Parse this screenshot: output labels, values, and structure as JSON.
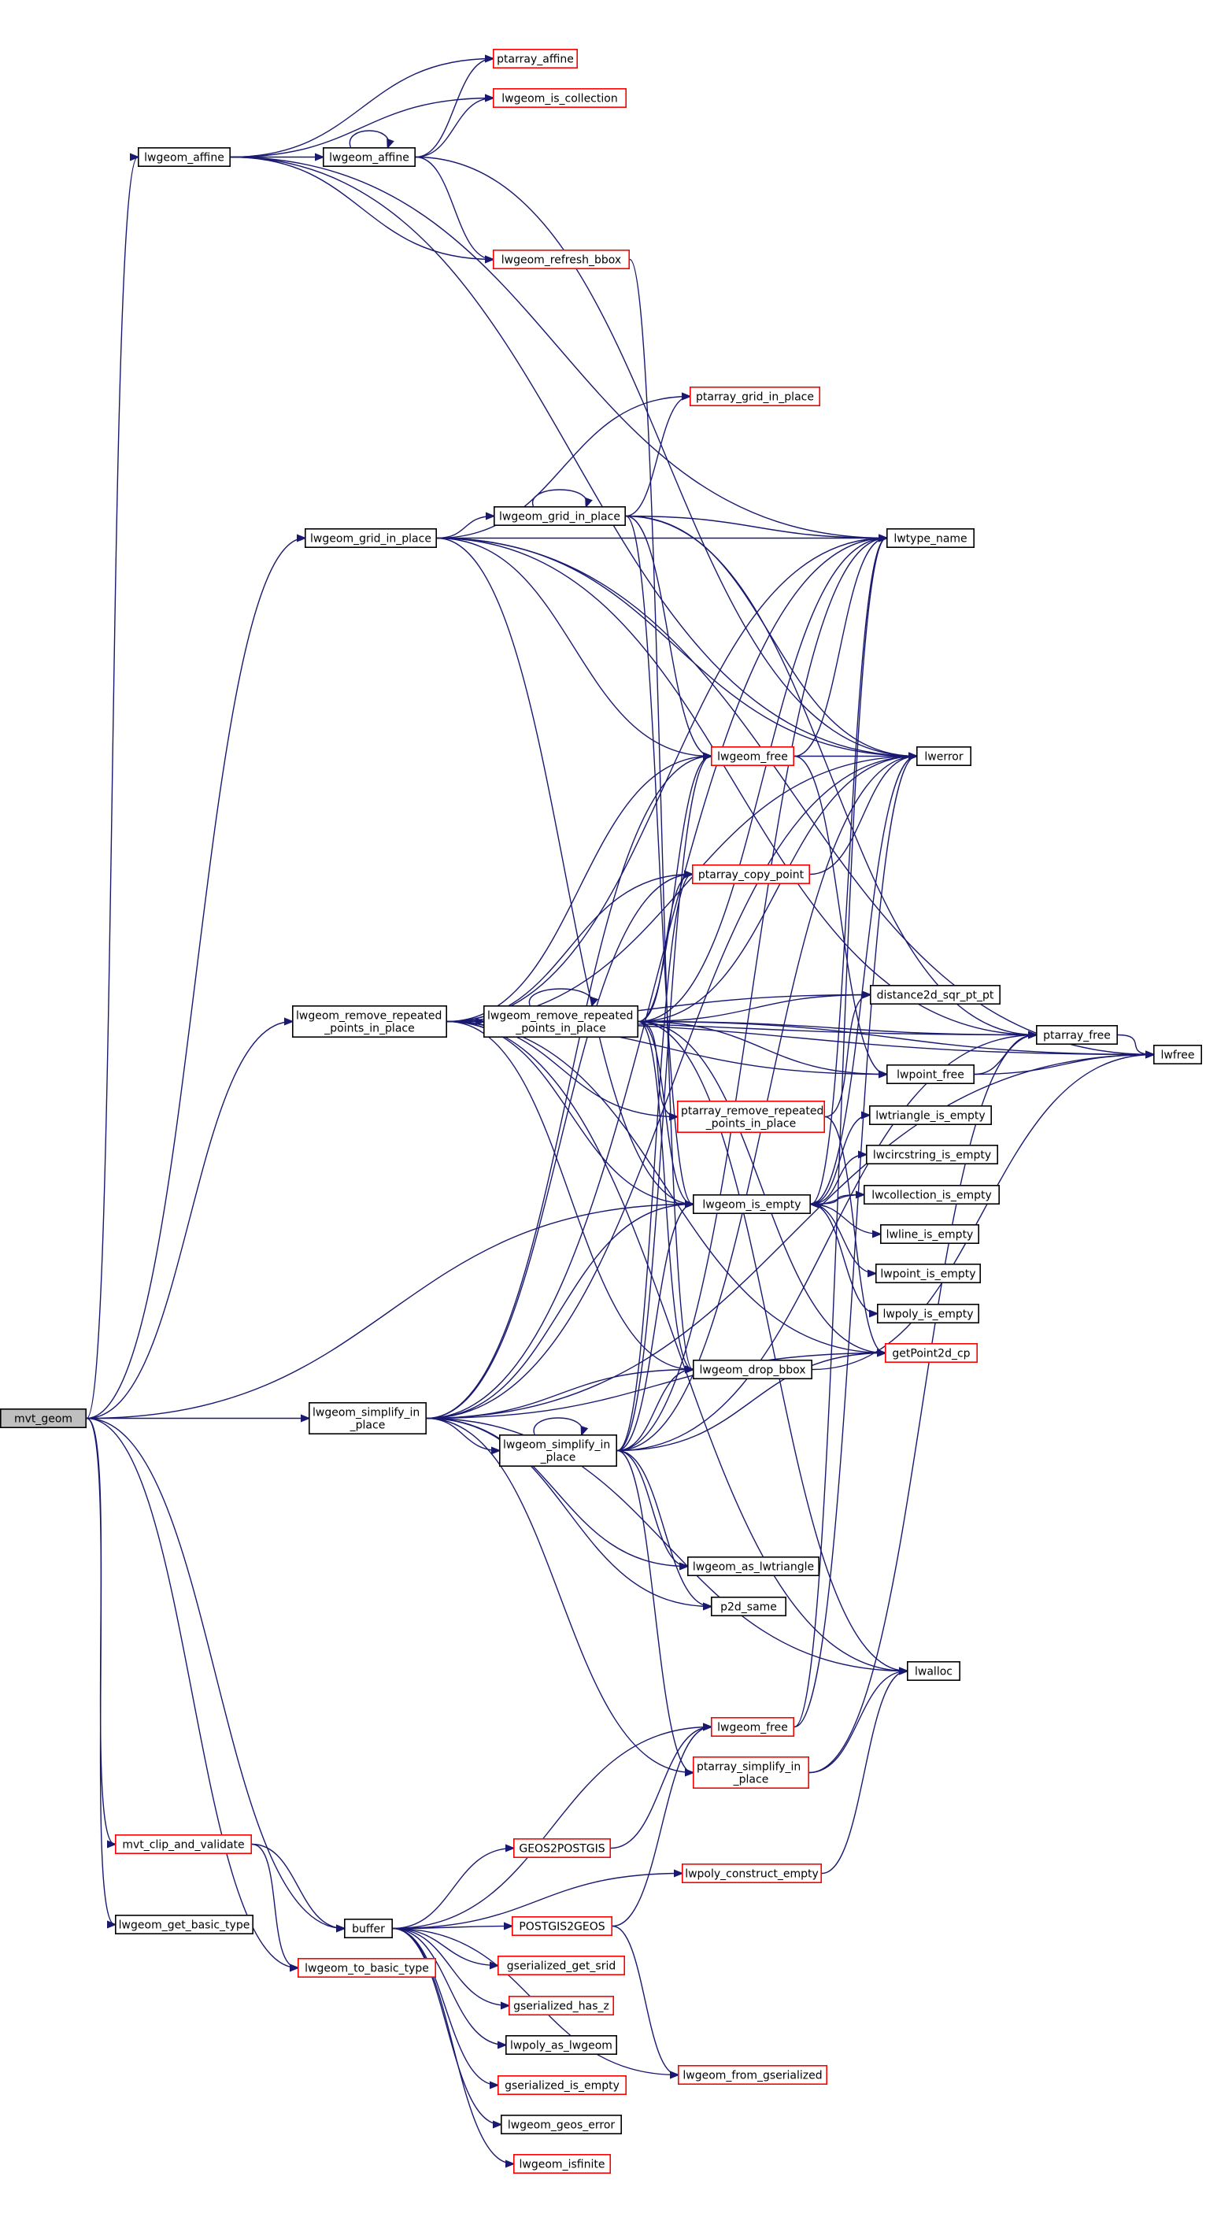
{
  "diagram": {
    "title": "",
    "nodes": [
      {
        "id": "mvt_geom",
        "lines": [
          "mvt_geom"
        ],
        "kind": "root"
      },
      {
        "id": "lwgeom_affine_1",
        "lines": [
          "lwgeom_affine"
        ],
        "kind": "ext"
      },
      {
        "id": "lwgeom_affine_2",
        "lines": [
          "lwgeom_affine"
        ],
        "kind": "ext"
      },
      {
        "id": "ptarray_affine",
        "lines": [
          "ptarray_affine"
        ],
        "kind": "trunc"
      },
      {
        "id": "lwgeom_is_collection",
        "lines": [
          "lwgeom_is_collection"
        ],
        "kind": "trunc"
      },
      {
        "id": "lwgeom_refresh_bbox",
        "lines": [
          "lwgeom_refresh_bbox"
        ],
        "kind": "trunc"
      },
      {
        "id": "ptarray_grid_in_place",
        "lines": [
          "ptarray_grid_in_place"
        ],
        "kind": "trunc"
      },
      {
        "id": "lwgeom_grid_in_place_1",
        "lines": [
          "lwgeom_grid_in_place"
        ],
        "kind": "ext"
      },
      {
        "id": "lwgeom_grid_in_place_2",
        "lines": [
          "lwgeom_grid_in_place"
        ],
        "kind": "ext"
      },
      {
        "id": "lwtype_name",
        "lines": [
          "lwtype_name"
        ],
        "kind": "ext"
      },
      {
        "id": "lwgeom_free_1",
        "lines": [
          "lwgeom_free"
        ],
        "kind": "trunc"
      },
      {
        "id": "lwerror",
        "lines": [
          "lwerror"
        ],
        "kind": "ext"
      },
      {
        "id": "ptarray_copy_point",
        "lines": [
          "ptarray_copy_point"
        ],
        "kind": "trunc"
      },
      {
        "id": "lwgeom_rrp_1",
        "lines": [
          "lwgeom_remove_repeated",
          "_points_in_place"
        ],
        "kind": "ext"
      },
      {
        "id": "lwgeom_rrp_2",
        "lines": [
          "lwgeom_remove_repeated",
          "_points_in_place"
        ],
        "kind": "ext"
      },
      {
        "id": "distance2d_sqr_pt_pt",
        "lines": [
          "distance2d_sqr_pt_pt"
        ],
        "kind": "ext"
      },
      {
        "id": "ptarray_free",
        "lines": [
          "ptarray_free"
        ],
        "kind": "ext"
      },
      {
        "id": "lwfree",
        "lines": [
          "lwfree"
        ],
        "kind": "ext"
      },
      {
        "id": "lwpoint_free",
        "lines": [
          "lwpoint_free"
        ],
        "kind": "ext"
      },
      {
        "id": "ptarray_rrp",
        "lines": [
          "ptarray_remove_repeated",
          "_points_in_place"
        ],
        "kind": "trunc"
      },
      {
        "id": "lwtriangle_is_empty",
        "lines": [
          "lwtriangle_is_empty"
        ],
        "kind": "ext"
      },
      {
        "id": "lwcircstring_is_empty",
        "lines": [
          "lwcircstring_is_empty"
        ],
        "kind": "ext"
      },
      {
        "id": "lwgeom_is_empty",
        "lines": [
          "lwgeom_is_empty"
        ],
        "kind": "ext"
      },
      {
        "id": "lwcollection_is_empty",
        "lines": [
          "lwcollection_is_empty"
        ],
        "kind": "ext"
      },
      {
        "id": "lwline_is_empty",
        "lines": [
          "lwline_is_empty"
        ],
        "kind": "ext"
      },
      {
        "id": "lwpoint_is_empty",
        "lines": [
          "lwpoint_is_empty"
        ],
        "kind": "ext"
      },
      {
        "id": "lwpoly_is_empty",
        "lines": [
          "lwpoly_is_empty"
        ],
        "kind": "ext"
      },
      {
        "id": "getPoint2d_cp",
        "lines": [
          "getPoint2d_cp"
        ],
        "kind": "trunc"
      },
      {
        "id": "lwgeom_drop_bbox",
        "lines": [
          "lwgeom_drop_bbox"
        ],
        "kind": "ext"
      },
      {
        "id": "lwgeom_simplify_1",
        "lines": [
          "lwgeom_simplify_in",
          "_place"
        ],
        "kind": "ext"
      },
      {
        "id": "lwgeom_simplify_2",
        "lines": [
          "lwgeom_simplify_in",
          "_place"
        ],
        "kind": "ext"
      },
      {
        "id": "lwgeom_as_lwtriangle",
        "lines": [
          "lwgeom_as_lwtriangle"
        ],
        "kind": "ext"
      },
      {
        "id": "p2d_same",
        "lines": [
          "p2d_same"
        ],
        "kind": "ext"
      },
      {
        "id": "lwalloc",
        "lines": [
          "lwalloc"
        ],
        "kind": "ext"
      },
      {
        "id": "lwgeom_free_2",
        "lines": [
          "lwgeom_free"
        ],
        "kind": "trunc"
      },
      {
        "id": "ptarray_simplify",
        "lines": [
          "ptarray_simplify_in",
          "_place"
        ],
        "kind": "trunc"
      },
      {
        "id": "mvt_clip_and_validate",
        "lines": [
          "mvt_clip_and_validate"
        ],
        "kind": "trunc"
      },
      {
        "id": "GEOS2POSTGIS",
        "lines": [
          "GEOS2POSTGIS"
        ],
        "kind": "trunc"
      },
      {
        "id": "lwpoly_construct_empty",
        "lines": [
          "lwpoly_construct_empty"
        ],
        "kind": "trunc"
      },
      {
        "id": "lwgeom_get_basic_type",
        "lines": [
          "lwgeom_get_basic_type"
        ],
        "kind": "ext"
      },
      {
        "id": "buffer",
        "lines": [
          "buffer"
        ],
        "kind": "ext"
      },
      {
        "id": "POSTGIS2GEOS",
        "lines": [
          "POSTGIS2GEOS"
        ],
        "kind": "trunc"
      },
      {
        "id": "lwgeom_to_basic_type",
        "lines": [
          "lwgeom_to_basic_type"
        ],
        "kind": "trunc"
      },
      {
        "id": "gserialized_get_srid",
        "lines": [
          "gserialized_get_srid"
        ],
        "kind": "trunc"
      },
      {
        "id": "gserialized_has_z",
        "lines": [
          "gserialized_has_z"
        ],
        "kind": "trunc"
      },
      {
        "id": "lwpoly_as_lwgeom",
        "lines": [
          "lwpoly_as_lwgeom"
        ],
        "kind": "ext"
      },
      {
        "id": "lwgeom_from_gserialized",
        "lines": [
          "lwgeom_from_gserialized"
        ],
        "kind": "trunc"
      },
      {
        "id": "gserialized_is_empty",
        "lines": [
          "gserialized_is_empty"
        ],
        "kind": "trunc"
      },
      {
        "id": "lwgeom_geos_error",
        "lines": [
          "lwgeom_geos_error"
        ],
        "kind": "ext"
      },
      {
        "id": "lwgeom_isfinite",
        "lines": [
          "lwgeom_isfinite"
        ],
        "kind": "trunc"
      }
    ],
    "edges": [
      [
        "mvt_geom",
        "lwgeom_affine_1"
      ],
      [
        "mvt_geom",
        "lwgeom_grid_in_place_1"
      ],
      [
        "mvt_geom",
        "lwgeom_rrp_1"
      ],
      [
        "mvt_geom",
        "lwgeom_is_empty"
      ],
      [
        "mvt_geom",
        "lwgeom_simplify_1"
      ],
      [
        "mvt_geom",
        "buffer"
      ],
      [
        "mvt_geom",
        "mvt_clip_and_validate"
      ],
      [
        "mvt_geom",
        "lwgeom_get_basic_type"
      ],
      [
        "mvt_geom",
        "lwgeom_to_basic_type"
      ],
      [
        "lwgeom_affine_1",
        "ptarray_affine"
      ],
      [
        "lwgeom_affine_1",
        "lwgeom_is_collection"
      ],
      [
        "lwgeom_affine_1",
        "lwgeom_affine_2"
      ],
      [
        "lwgeom_affine_1",
        "lwgeom_refresh_bbox"
      ],
      [
        "lwgeom_affine_1",
        "lwtype_name"
      ],
      [
        "lwgeom_affine_1",
        "lwerror"
      ],
      [
        "lwgeom_affine_2",
        "lwgeom_affine_2"
      ],
      [
        "lwgeom_affine_2",
        "ptarray_affine"
      ],
      [
        "lwgeom_affine_2",
        "lwgeom_is_collection"
      ],
      [
        "lwgeom_affine_2",
        "lwgeom_refresh_bbox"
      ],
      [
        "lwgeom_affine_2",
        "lwerror"
      ],
      [
        "lwgeom_refresh_bbox",
        "lwgeom_drop_bbox"
      ],
      [
        "lwgeom_grid_in_place_1",
        "ptarray_grid_in_place"
      ],
      [
        "lwgeom_grid_in_place_1",
        "lwgeom_grid_in_place_2"
      ],
      [
        "lwgeom_grid_in_place_1",
        "lwtype_name"
      ],
      [
        "lwgeom_grid_in_place_1",
        "lwgeom_free_1"
      ],
      [
        "lwgeom_grid_in_place_1",
        "lwerror"
      ],
      [
        "lwgeom_grid_in_place_1",
        "ptarray_free"
      ],
      [
        "lwgeom_grid_in_place_1",
        "lwfree"
      ],
      [
        "lwgeom_grid_in_place_1",
        "lwgeom_is_empty"
      ],
      [
        "lwgeom_grid_in_place_2",
        "lwgeom_grid_in_place_2"
      ],
      [
        "lwgeom_grid_in_place_2",
        "ptarray_grid_in_place"
      ],
      [
        "lwgeom_grid_in_place_2",
        "lwtype_name"
      ],
      [
        "lwgeom_grid_in_place_2",
        "lwgeom_free_1"
      ],
      [
        "lwgeom_grid_in_place_2",
        "lwerror"
      ],
      [
        "lwgeom_grid_in_place_2",
        "ptarray_free"
      ],
      [
        "lwgeom_grid_in_place_2",
        "lwgeom_is_empty"
      ],
      [
        "lwgeom_free_1",
        "lwerror"
      ],
      [
        "lwgeom_free_1",
        "lwtype_name"
      ],
      [
        "lwgeom_free_1",
        "lwpoint_free"
      ],
      [
        "ptarray_copy_point",
        "lwerror"
      ],
      [
        "lwgeom_rrp_1",
        "lwgeom_rrp_2"
      ],
      [
        "lwgeom_rrp_1",
        "lwtype_name"
      ],
      [
        "lwgeom_rrp_1",
        "lwgeom_free_1"
      ],
      [
        "lwgeom_rrp_1",
        "lwerror"
      ],
      [
        "lwgeom_rrp_1",
        "ptarray_copy_point"
      ],
      [
        "lwgeom_rrp_1",
        "distance2d_sqr_pt_pt"
      ],
      [
        "lwgeom_rrp_1",
        "ptarray_free"
      ],
      [
        "lwgeom_rrp_1",
        "lwfree"
      ],
      [
        "lwgeom_rrp_1",
        "lwpoint_free"
      ],
      [
        "lwgeom_rrp_1",
        "ptarray_rrp"
      ],
      [
        "lwgeom_rrp_1",
        "lwgeom_is_empty"
      ],
      [
        "lwgeom_rrp_1",
        "getPoint2d_cp"
      ],
      [
        "lwgeom_rrp_1",
        "lwgeom_drop_bbox"
      ],
      [
        "lwgeom_rrp_1",
        "lwalloc"
      ],
      [
        "lwgeom_rrp_2",
        "lwgeom_rrp_2"
      ],
      [
        "lwgeom_rrp_2",
        "lwtype_name"
      ],
      [
        "lwgeom_rrp_2",
        "lwgeom_free_1"
      ],
      [
        "lwgeom_rrp_2",
        "lwerror"
      ],
      [
        "lwgeom_rrp_2",
        "ptarray_copy_point"
      ],
      [
        "lwgeom_rrp_2",
        "distance2d_sqr_pt_pt"
      ],
      [
        "lwgeom_rrp_2",
        "ptarray_free"
      ],
      [
        "lwgeom_rrp_2",
        "lwfree"
      ],
      [
        "lwgeom_rrp_2",
        "lwpoint_free"
      ],
      [
        "lwgeom_rrp_2",
        "ptarray_rrp"
      ],
      [
        "lwgeom_rrp_2",
        "lwgeom_is_empty"
      ],
      [
        "lwgeom_rrp_2",
        "getPoint2d_cp"
      ],
      [
        "lwgeom_rrp_2",
        "lwgeom_drop_bbox"
      ],
      [
        "lwgeom_rrp_2",
        "lwalloc"
      ],
      [
        "ptarray_free",
        "lwfree"
      ],
      [
        "lwpoint_free",
        "ptarray_free"
      ],
      [
        "lwpoint_free",
        "lwfree"
      ],
      [
        "ptarray_rrp",
        "distance2d_sqr_pt_pt"
      ],
      [
        "ptarray_rrp",
        "getPoint2d_cp"
      ],
      [
        "lwgeom_is_empty",
        "lwtriangle_is_empty"
      ],
      [
        "lwgeom_is_empty",
        "lwcircstring_is_empty"
      ],
      [
        "lwgeom_is_empty",
        "lwcollection_is_empty"
      ],
      [
        "lwgeom_is_empty",
        "lwline_is_empty"
      ],
      [
        "lwgeom_is_empty",
        "lwpoint_is_empty"
      ],
      [
        "lwgeom_is_empty",
        "lwpoly_is_empty"
      ],
      [
        "lwgeom_is_empty",
        "lwtype_name"
      ],
      [
        "lwgeom_is_empty",
        "lwerror"
      ],
      [
        "lwcollection_is_empty",
        "lwgeom_is_empty"
      ],
      [
        "lwgeom_drop_bbox",
        "lwfree"
      ],
      [
        "lwgeom_simplify_1",
        "lwgeom_simplify_2"
      ],
      [
        "lwgeom_simplify_1",
        "lwtype_name"
      ],
      [
        "lwgeom_simplify_1",
        "lwgeom_free_1"
      ],
      [
        "lwgeom_simplify_1",
        "lwerror"
      ],
      [
        "lwgeom_simplify_1",
        "ptarray_copy_point"
      ],
      [
        "lwgeom_simplify_1",
        "lwgeom_is_empty"
      ],
      [
        "lwgeom_simplify_1",
        "getPoint2d_cp"
      ],
      [
        "lwgeom_simplify_1",
        "lwgeom_drop_bbox"
      ],
      [
        "lwgeom_simplify_1",
        "lwgeom_as_lwtriangle"
      ],
      [
        "lwgeom_simplify_1",
        "p2d_same"
      ],
      [
        "lwgeom_simplify_1",
        "lwalloc"
      ],
      [
        "lwgeom_simplify_1",
        "ptarray_simplify"
      ],
      [
        "lwgeom_simplify_1",
        "lwfree"
      ],
      [
        "lwgeom_simplify_2",
        "lwgeom_simplify_2"
      ],
      [
        "lwgeom_simplify_2",
        "lwtype_name"
      ],
      [
        "lwgeom_simplify_2",
        "lwgeom_free_1"
      ],
      [
        "lwgeom_simplify_2",
        "lwerror"
      ],
      [
        "lwgeom_simplify_2",
        "ptarray_copy_point"
      ],
      [
        "lwgeom_simplify_2",
        "lwgeom_is_empty"
      ],
      [
        "lwgeom_simplify_2",
        "getPoint2d_cp"
      ],
      [
        "lwgeom_simplify_2",
        "lwgeom_drop_bbox"
      ],
      [
        "lwgeom_simplify_2",
        "lwgeom_as_lwtriangle"
      ],
      [
        "lwgeom_simplify_2",
        "p2d_same"
      ],
      [
        "lwgeom_simplify_2",
        "ptarray_simplify"
      ],
      [
        "lwgeom_simplify_2",
        "ptarray_free"
      ],
      [
        "lwgeom_free_2",
        "lwerror"
      ],
      [
        "lwgeom_free_2",
        "lwtype_name"
      ],
      [
        "ptarray_simplify",
        "lwalloc"
      ],
      [
        "ptarray_simplify",
        "ptarray_free"
      ],
      [
        "mvt_clip_and_validate",
        "buffer"
      ],
      [
        "mvt_clip_and_validate",
        "lwgeom_to_basic_type"
      ],
      [
        "GEOS2POSTGIS",
        "lwgeom_free_2"
      ],
      [
        "lwpoly_construct_empty",
        "lwalloc"
      ],
      [
        "buffer",
        "lwgeom_free_2"
      ],
      [
        "buffer",
        "GEOS2POSTGIS"
      ],
      [
        "buffer",
        "lwpoly_construct_empty"
      ],
      [
        "buffer",
        "POSTGIS2GEOS"
      ],
      [
        "buffer",
        "gserialized_get_srid"
      ],
      [
        "buffer",
        "gserialized_has_z"
      ],
      [
        "buffer",
        "lwpoly_as_lwgeom"
      ],
      [
        "buffer",
        "gserialized_is_empty"
      ],
      [
        "buffer",
        "lwgeom_geos_error"
      ],
      [
        "buffer",
        "lwgeom_isfinite"
      ],
      [
        "buffer",
        "lwgeom_from_gserialized"
      ],
      [
        "POSTGIS2GEOS",
        "lwgeom_free_2"
      ],
      [
        "POSTGIS2GEOS",
        "lwgeom_from_gserialized"
      ]
    ]
  },
  "colors": {
    "edge": "#191970",
    "truncated_border": "#ff0000",
    "normal_border": "#000000",
    "root_fill": "#bfbfbf"
  }
}
